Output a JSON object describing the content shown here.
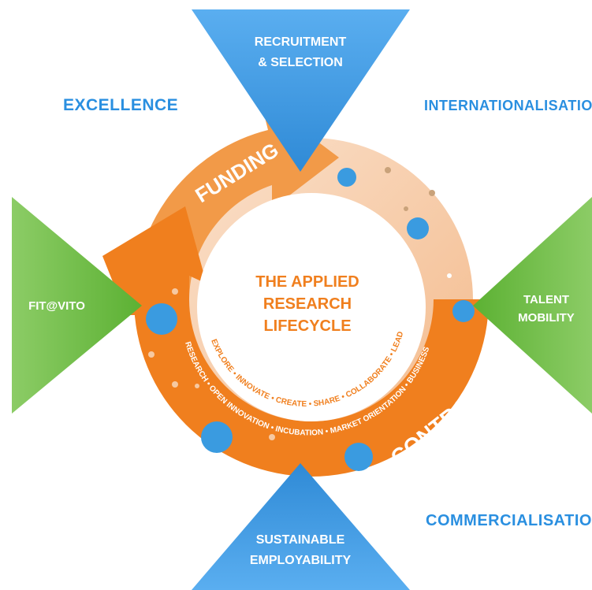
{
  "corners": {
    "top_left": "EXCELLENCE",
    "top_right": "INTERNATIONALISATION",
    "bottom_right": "COMMERCIALISATION"
  },
  "triangles": {
    "top": [
      "RECRUITMENT",
      "& SELECTION"
    ],
    "left": "FIT@VITO",
    "right": [
      "TALENT",
      "MOBILITY"
    ],
    "bottom": [
      "SUSTAINABLE",
      "EMPLOYABILITY"
    ]
  },
  "ring": {
    "funding": "FUNDING",
    "contracts": "CONTRACTS"
  },
  "center": {
    "title": [
      "THE APPLIED",
      "RESEARCH",
      "LIFECYCLE"
    ],
    "inner_arc": "EXPLORE • INNOVATE • CREATE • SHARE • COLLABORATE • LEAD",
    "outer_arc": "RESEARCH • OPEN INNOVATION • INCUBATION • MARKET ORIENTATION • BUSINESS"
  },
  "colors": {
    "blue": "#3a9be0",
    "green": "#6cbd45",
    "orange": "#f07f1e",
    "peach": "#f6c9a2",
    "label_blue": "#2a8fe0"
  }
}
